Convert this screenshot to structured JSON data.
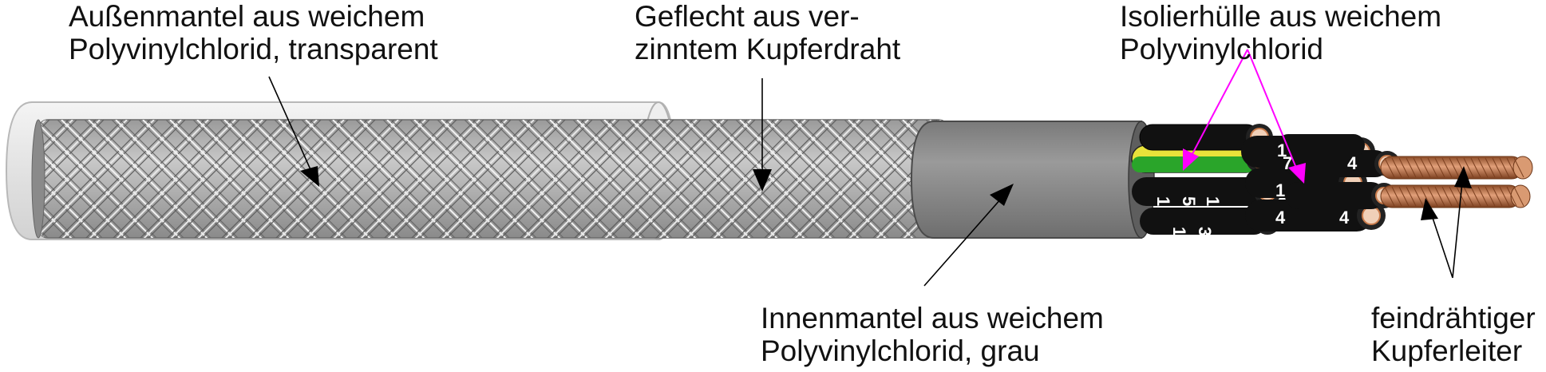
{
  "labels": {
    "outer_jacket": [
      "Außenmantel aus weichem",
      "Polyvinylchlorid, transparent"
    ],
    "braid": [
      "Geflecht aus ver-",
      "zinntem Kupferdraht"
    ],
    "core_insulation": [
      "Isolierhülle aus weichem",
      "Polyvinylchlorid"
    ],
    "inner_jacket": [
      "Innenmantel aus weichem",
      "Polyvinylchlorid, grau"
    ],
    "conductor": [
      "feindrähtiger",
      "Kupferleiter"
    ]
  },
  "core_numbers": [
    "4",
    "7",
    "1",
    "5",
    "1",
    "4",
    "4",
    "3",
    "1",
    "1",
    "1"
  ],
  "colors": {
    "arrow_black": "#000000",
    "arrow_magenta": "#ff00ff",
    "outer_jacket": "#e6e6e6",
    "braid": "#b4b4b4",
    "inner_jacket": "#8c8c8c",
    "core_black": "#111111",
    "copper": "#c87a4a",
    "earth_green": "#2aa52a",
    "earth_yellow": "#e8e23a"
  }
}
